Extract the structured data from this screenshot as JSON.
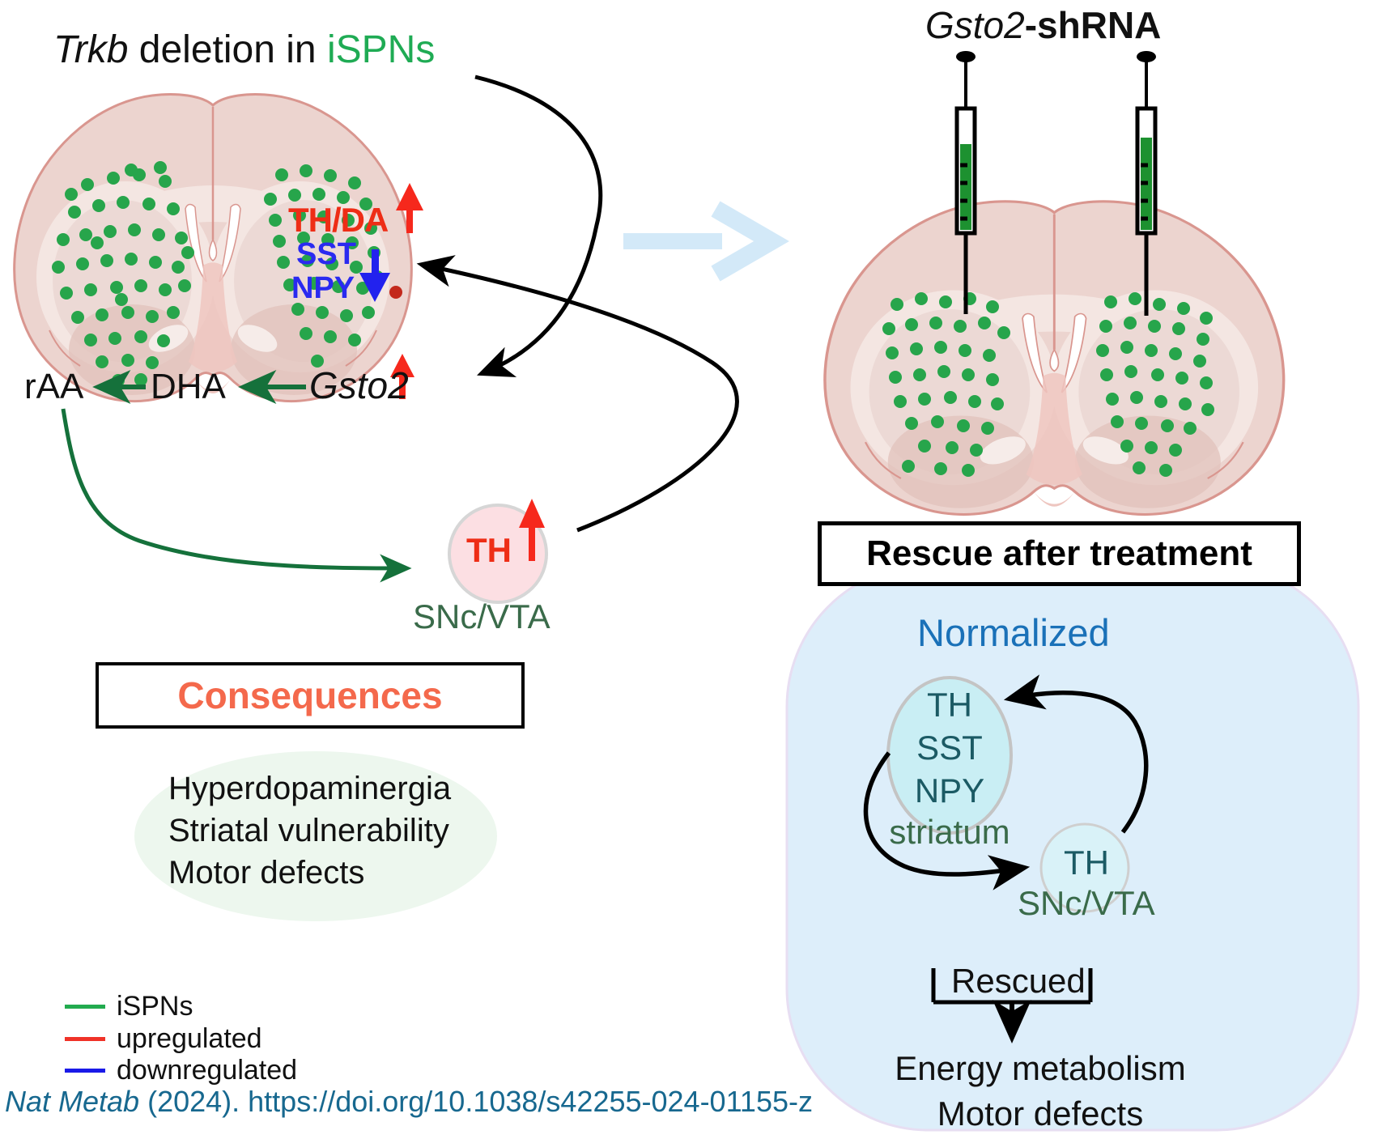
{
  "left_panel": {
    "title": {
      "gene": "Trkb",
      "mid": " deletion in ",
      "cells": "iSPNs"
    },
    "striatum_labels": {
      "th_da": "TH/DA",
      "sst": "SST",
      "npy": "NPY"
    },
    "pathway": {
      "raa": "rAA",
      "dha": "DHA",
      "gsto2": "Gsto2"
    },
    "snc_circle": {
      "marker": "TH",
      "region": "SNc/VTA"
    },
    "consequences_title": "Consequences",
    "consequences_items": [
      "Hyperdopaminergia",
      "Striatal vulnerability",
      "Motor defects"
    ],
    "legend": [
      {
        "label": "iSPNs",
        "color": "#22ab4f"
      },
      {
        "label": "upregulated",
        "color": "#f03228"
      },
      {
        "label": "downregulated",
        "color": "#1a1ae8"
      }
    ]
  },
  "right_panel": {
    "title": {
      "gene": "Gsto2",
      "suffix": "-shRNA"
    },
    "rescue_box": "Rescue after treatment",
    "normalized": "Normalized",
    "striatum_circle": {
      "lines": [
        "TH",
        "SST",
        "NPY"
      ],
      "region": "striatum"
    },
    "snc_circle": {
      "marker": "TH",
      "region": "SNc/VTA"
    },
    "rescued": "Rescued",
    "outcomes": [
      "Energy metabolism",
      "Motor defects"
    ]
  },
  "citation": {
    "journal": "Nat Metab",
    "rest": " (2024). https://doi.org/10.1038/s42255-024-01155-z"
  },
  "colors": {
    "ispn_green": "#22ab4f",
    "upregulated_red": "#f03228",
    "downregulated_blue": "#1a1ae8",
    "accent_orange": "#f4694c",
    "normalized_blue": "#1a71b8",
    "citation_teal": "#17688f",
    "brain_fill": "#ecd4cf",
    "brain_outline": "#d9968f",
    "rescue_blob_blue": "#ddeefa",
    "circle_cyan": "#c9eef4",
    "snc_pink": "#fcdfe3"
  }
}
